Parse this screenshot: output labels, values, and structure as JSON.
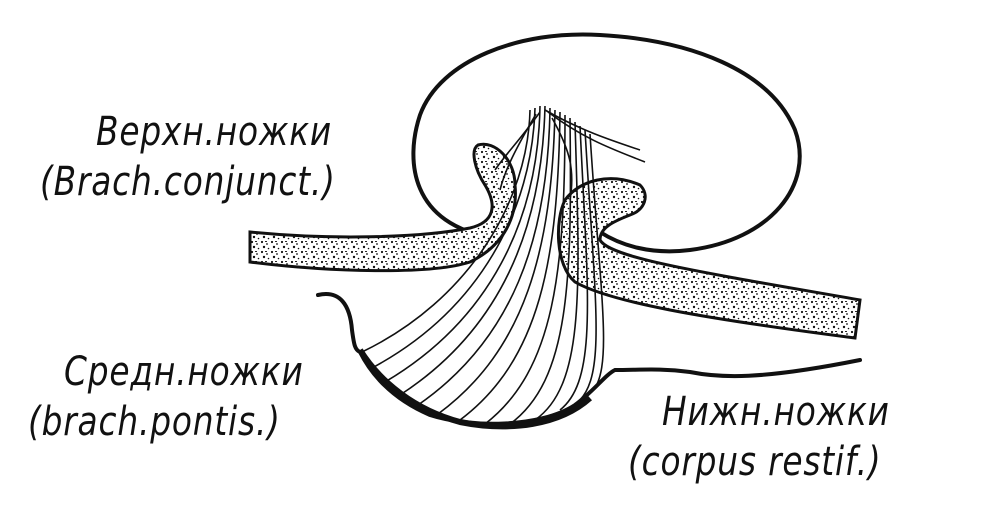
{
  "labels": {
    "superior": {
      "line1": "Верхн.ножки",
      "line2": "(Brach.conjunct.)"
    },
    "middle": {
      "line1": "Средн.ножки",
      "line2": "(brach.pontis.)"
    },
    "inferior": {
      "line1": "Нижн.ножки",
      "line2": "(corpus restif.)"
    }
  },
  "colors": {
    "ink": "#111111",
    "paper": "#ffffff"
  }
}
